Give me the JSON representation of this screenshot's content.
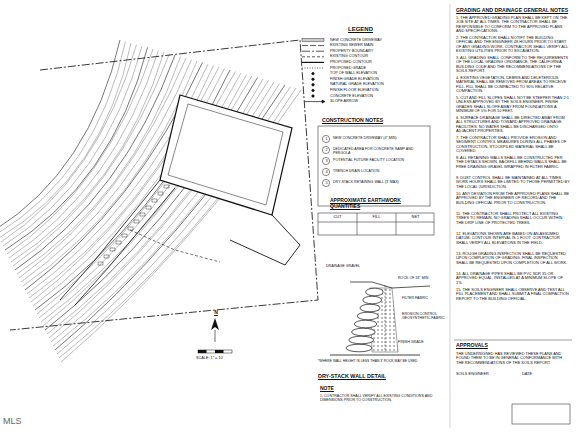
{
  "diagram": {
    "labels": [
      "GRADING AND DRAINAGE GENERAL NOTES",
      "1. THE APPROVED GRADING PLAN SHALL BE KEPT ON THE JOB SITE AT ALL TIMES. THE CONTRACTOR SHALL BE RESPONSIBLE TO CONFORM TO THE APPROVED PLANS AND SPECIFICATIONS.",
      "2. THE CONTRACTOR SHALL NOTIFY THE BUILDING OFFICIAL AND THE ENGINEER 48 HOURS PRIOR TO START OF ANY GRADING WORK. CONTRACTOR SHALL VERIFY ALL EXISTING UTILITIES PRIOR TO EXCAVATION.",
      "3. ALL GRADING SHALL CONFORM TO THE REQUIREMENTS OF THE LOCAL GRADING ORDINANCE, THE CALIFORNIA BUILDING CODE AND THE RECOMMENDATIONS OF THE SOILS REPORT.",
      "4. EXISTING VEGETATION, DEBRIS AND DELETERIOUS MATERIAL SHALL BE REMOVED FROM AREAS TO RECEIVE FILL. FILL SHALL BE COMPACTED TO 90% RELATIVE COMPACTION.",
      "5. CUT AND FILL SLOPES SHALL NOT BE STEEPER THAN 2:1 UNLESS APPROVED BY THE SOILS ENGINEER. FINISH GRADES SHALL SLOPE AWAY FROM FOUNDATIONS A MINIMUM OF 5% FOR 10 FEET.",
      "6. SURFACE DRAINAGE SHALL BE DIRECTED AWAY FROM ALL STRUCTURES AND TOWARD APPROVED DRAINAGE FACILITIES. NO WATER SHALL BE DISCHARGED ONTO ADJACENT PROPERTIES.",
      "7. THE CONTRACTOR SHALL PROVIDE EROSION AND SEDIMENT CONTROL MEASURES DURING ALL PHASES OF CONSTRUCTION. STOCKPILED MATERIAL SHALL BE COVERED.",
      "8. ALL RETAINING WALLS SHALL BE CONSTRUCTED PER THE DETAILS SHOWN. BACKFILL BEHIND WALLS SHALL BE FREE DRAINING GRAVEL WRAPPED IN FILTER FABRIC.",
      "9. DUST CONTROL SHALL BE MAINTAINED AT ALL TIMES. WORK HOURS SHALL BE LIMITED TO THOSE PERMITTED BY THE LOCAL JURISDICTION.",
      "10. ANY DEVIATION FROM THE APPROVED PLANS SHALL BE APPROVED BY THE ENGINEER OF RECORD AND THE BUILDING OFFICIAL PRIOR TO CONSTRUCTION.",
      "11. THE CONTRACTOR SHALL PROTECT ALL EXISTING TREES TO REMAIN. NO GRADING SHALL OCCUR WITHIN THE DRIP LINE OF PROTECTED TREES.",
      "12. ELEVATIONS SHOWN ARE BASED ON AN ASSUMED DATUM. CONTOUR INTERVAL IS 1 FOOT. CONTRACTOR SHALL VERIFY ALL ELEVATIONS IN THE FIELD.",
      "13. ROUGH GRADING INSPECTION SHALL BE REQUESTED UPON COMPLETION OF GRADING. FINAL INSPECTION SHALL BE REQUESTED UPON COMPLETION OF ALL WORK.",
      "14. ALL DRAINAGE PIPES SHALL BE PVC SDR 35 OR APPROVED EQUAL, INSTALLED AT A MINIMUM SLOPE OF 1%.",
      "15. THE SOILS ENGINEER SHALL OBSERVE AND TEST ALL FILL PLACEMENT AND SHALL SUBMIT A FINAL COMPACTION REPORT TO THE BUILDING OFFICIAL.",
      "APPROVALS",
      "THE UNDERSIGNED HAS REVIEWED THESE PLANS AND FOUND THEM TO BE IN GENERAL CONFORMANCE WITH THE RECOMMENDATIONS OF THE SOILS REPORT.",
      "SOILS ENGINEER",
      "DATE",
      "LEGEND",
      "CONSTRUCTION NOTES",
      "1",
      "NEW CONCRETE DRIVEWAY (4\" MIN)",
      "2",
      "DEDICATED AREA FOR CONCRETE RAMP AND PERGOLA",
      "3",
      "POTENTIAL FUTURE FACILITY LOCATION",
      "4",
      "TRENCH DRAIN LOCATION",
      "5",
      "DRY-STACK RETAINING WALL (3' MAX)",
      "APPROXIMATE EARTHWORK QUANTITIES",
      "CUT",
      "FILL",
      "NET",
      "DRAINAGE GRAVEL",
      "FILTER FABRIC",
      "FINISH GRADE",
      "ROCK OF 18\" MIN",
      "EROSION CONTROL GEOSYNTHETIC FABRIC",
      "*WHERE WALL HEIGHT IS LESS THAN 3' ROCK MAY BE USED",
      "DRY-STACK WALL DETAIL",
      "NOTE",
      "1. CONTRACTOR SHALL VERIFY ALL EXISTING CONDITIONS AND DIMENSIONS PRIOR TO CONSTRUCTION.",
      "N",
      "SCALE: 1\" = 10'",
      "MLS"
    ],
    "legend": [
      {
        "text": "NEW CONCRETE DRIVEWAY"
      },
      {
        "text": "EXISTING SEWER MAIN"
      },
      {
        "text": "PROPERTY BOUNDARY"
      },
      {
        "text": "EXISTING CONTOUR"
      },
      {
        "text": "PROPOSED CONTOUR"
      },
      {
        "text": "PROPOSED GRADE"
      },
      {
        "text": "TOP OF WALL ELEVATION"
      },
      {
        "text": "FINISH GRADE ELEVATION"
      },
      {
        "text": "NATURAL GRADE ELEVATION"
      },
      {
        "text": "FINISH FLOOR ELEVATION"
      },
      {
        "text": "CONCRETE ELEVATION"
      },
      {
        "text": "SLOPE ARROW"
      }
    ]
  }
}
